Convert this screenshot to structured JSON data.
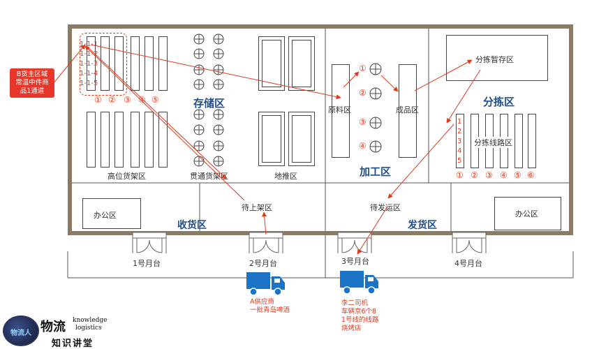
{
  "zones": {
    "storage": "存储区",
    "processing": "加工区",
    "sorting": "分拣区",
    "receiving": "收货区",
    "shipping": "发货区"
  },
  "areas": {
    "high_rack": "高位货架区",
    "drive_in_rack": "贯通货架区",
    "floor_stack": "地推区",
    "raw_material": "原料区",
    "finished_goods": "成品区",
    "sort_temp": "分拣暂存区",
    "sort_line": "分拣线路区",
    "pending_shelving": "待上架区",
    "pending_shipping": "待发运区",
    "office_left": "办公区",
    "office_right": "办公区"
  },
  "docks": [
    "1号月台",
    "2号月台",
    "3号月台",
    "4号月台"
  ],
  "rack_slots": [
    "1-1-1",
    "1-1-2",
    "1-1-3",
    "1-1-4",
    "1-1-5"
  ],
  "channel_numbers": [
    "①",
    "②",
    "③",
    "④",
    "⑤"
  ],
  "processing_numbers": [
    "①",
    "②",
    "③",
    "④"
  ],
  "sort_line_numbers": [
    "1",
    "2",
    "3",
    "4",
    "5"
  ],
  "sort_channel_numbers": [
    "①",
    "②",
    "③",
    "④",
    "⑤",
    "⑥"
  ],
  "callout": {
    "line1": "B货主区域",
    "line2": "常温中件商",
    "line3": "品1通道"
  },
  "trucks": {
    "inbound": {
      "line1": "A供应商",
      "line2": "一批青岛啤酒"
    },
    "outbound": {
      "line1": "李二司机",
      "line2": "车辆京6个8",
      "line3": "1号线的线路",
      "line4": "烧烤店"
    }
  },
  "brand": {
    "title_cn": "物流",
    "title_en1": "knowledge",
    "title_en2": "logistics",
    "subtitle": "知识讲堂",
    "avatar_text": "物流人"
  },
  "colors": {
    "wall": "#8a7a66",
    "zone_text": "#1f4e8c",
    "accent_red": "#e03a1e",
    "truck_blue": "#1a73c7"
  }
}
